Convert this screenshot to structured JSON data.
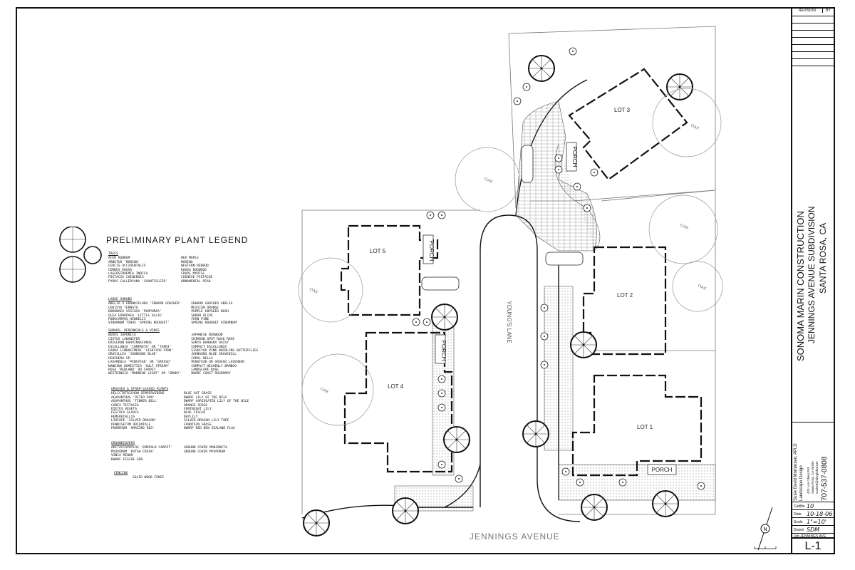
{
  "legend": {
    "title": "PRELIMINARY PLANT LEGEND",
    "trees": {
      "header": "TREES",
      "botanical": [
        "ACER RUBRUM",
        "ARBUTUS 'MARINA'",
        "CERCIS OCCIDENTALIS",
        "CORNUS KOUSA",
        "LAGERSTROEMIA INDICA",
        "PISTACIA CHINENSIS",
        "PYRUS CALLERYANA 'CHANTICLEER'"
      ],
      "common": [
        "RED MAPLE",
        "MARINA",
        "WESTERN REDBUD",
        "KOUSA DOGWOOD",
        "CRAPE MYRTLE",
        "CHINESE PISTACHE",
        "ORNAMENTAL PEAR"
      ]
    },
    "large_shrubs": {
      "header": "LARGE SHRUBS",
      "botanical": [
        "ABELIA X GRANDIFLORA 'EDWARD GOUCHER'",
        "CHOISYA TERNATA",
        "DODONAEA VISCOSA 'PURPUREA'",
        "OLEA EUROPAEA 'LITTLE OLLIE'",
        "PODOCARPUS HENKELII",
        "VIBURNUM TINUS 'SPRING BOUQUET'"
      ],
      "common": [
        "EDWARD GOUCHER ABELIA",
        "MEXICAN ORANGE",
        "PURPLE HOPSEED BUSH",
        "SHRUB OLIVE",
        "FERN PINE",
        "SPRING BOUQUET VIBURNUM"
      ]
    },
    "shrubs": {
      "header": "SHRUBS, PERENNIALS & VINES",
      "botanical": [
        "BUXUS JAPONICA",
        "CISTUS LADANIFER",
        "ERIGERON KARVINSKIANUS",
        "ESCALLONIA 'COMPAKTA' OR 'TERRI'",
        "GAURA LINDHEIMERI 'SISKIYOU PINK'",
        "GRAVILLEA 'JOHNSONS BLUE'",
        "HEUCHERA SP.",
        "LAVANDULA 'PENSTEAD' OR 'GROSSO'",
        "NANDINA DOMESTICA 'GULF STREAM'",
        "ROSA 'REDLAND' OR CARPET",
        "WESTRINGIA 'MORNING LIGHT' OR 'SMOKY'"
      ],
      "common": [
        "JAPANESE BOXWOOD",
        "CRIMSON-SPOT ROCK ROSE",
        "SANTA BARBARA DAISY",
        "COMPACT ESCALLONIA",
        "SISKIYOU PINK WHIRLING BUTTERFLIES",
        "JOHNSONS BLUE GRAVEDILL",
        "CORAL BELLS",
        "PENSTEAD OR GROSSO LAVENDER",
        "COMPACT HEAVENLY BAMBOO",
        "LANDSCAPE ROSE",
        "DWARF COAST ROSEMARY"
      ]
    },
    "grasses": {
      "header": "GRASSES & STRAP-LEAVED PLANTS",
      "botanical": [
        "HELICTOTRICHON SEMPERVIRENS",
        "AGAPANTHUS 'PETER PAN'",
        "AGAPANTHUS 'TINKER BELL'",
        "CAREX TESTACEA",
        "DIETES VEGETA",
        "FESTUCA GLAUCA",
        "HEMEROCALLIS",
        "LIRIOPE 'SILVER DRAGON'",
        "PENNISETUM ORIENTALE",
        "PHORMIUM 'AMAZING RED'"
      ],
      "common": [
        "BLUE OAT GRASS",
        "DWARF LILY OF THE NILE",
        "DWARF VARIEGATED LILY OF THE NILE",
        "ORANGE SEDGE",
        "FORTNIGHT LILY",
        "BLUE FESCUE",
        "DAYLILY",
        "SILVER DRAGON LILY TURF",
        "FOUNTAIN GRASS",
        "DWARF RED NEW ZEALAND FLAX"
      ]
    },
    "groundcovers": {
      "header": "GROUNDCOVERS",
      "botanical": [
        "ARCTOSTAPHYLOS 'EMERALD CARPET'",
        "MYOPORUM 'PUTAH CREEK'",
        "VINCA MINOR",
        "DWARF FESCUE SOD"
      ],
      "common": [
        "GROUND COVER MANZANITA",
        "GROUND COVER MYOPORUM"
      ]
    },
    "fencing": {
      "header": "FENCING",
      "items": [
        "SOLID WOOD FENCE"
      ]
    }
  },
  "plan": {
    "street": "JENNINGS AVENUE",
    "lane": "YOUNG'S LANE",
    "lots": [
      "LOT 1",
      "LOT 2",
      "LOT 3",
      "LOT 4",
      "LOT 5"
    ],
    "porch": "PORCH",
    "oak_labels": [
      "OAK",
      "OAK",
      "OAK",
      "OAK",
      "OAK",
      "OAK"
    ]
  },
  "titleblock": {
    "revision_header": "REVISION",
    "by_header": "BY",
    "company": "SONOMA MARIN CONSTRUCTION",
    "project": "JENNINGS AVENUE SUBDIVISION",
    "city": "SANTA ROSA, CA",
    "designer": {
      "name": "Susie David Mortensen, APLD",
      "role": "Landscape Design",
      "address1": "425 Los Olivos Rd.",
      "address2": "Santa Rosa, CA 95404",
      "email": "susiem@sbcglobal.net",
      "phone": "707-537-0808"
    },
    "info": [
      {
        "label": "Cadfile",
        "value": "10"
      },
      {
        "label": "Date",
        "value": "10-18-06"
      },
      {
        "label": "Scale",
        "value": "1\"=10'"
      },
      {
        "label": "Drawn",
        "value": "SDM"
      },
      {
        "label": "Job",
        "value": "JENNINGS AVE"
      }
    ],
    "sheet": "L-1"
  },
  "north_arrow": "N"
}
